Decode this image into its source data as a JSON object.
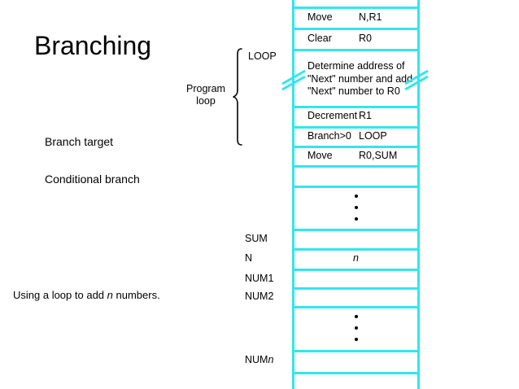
{
  "slide": {
    "title": "Branching",
    "caption_prefix": "Using a loop to add ",
    "caption_italic": "n",
    "caption_suffix": " numbers.",
    "notes": [
      {
        "label": "Branch target"
      },
      {
        "label": "Conditional branch"
      }
    ],
    "accent_color": "#33e5ee",
    "text_color": "#000000",
    "background_color": "#ffffff"
  },
  "loop_annotation": {
    "brace_label_line1": "Program",
    "brace_label_line2": "loop",
    "loop_label": "LOOP"
  },
  "memory_labels": [
    {
      "name": "SUM",
      "italic_suffix": ""
    },
    {
      "name": "N",
      "italic_suffix": ""
    },
    {
      "name": "NUM1",
      "italic_suffix": ""
    },
    {
      "name": "NUM2",
      "italic_suffix": ""
    },
    {
      "name": "NUM",
      "italic_suffix": "n"
    }
  ],
  "memory_cells": [
    {
      "op": "Move",
      "arg": "N,R1"
    },
    {
      "op": "Clear",
      "arg": "R0"
    },
    {
      "block": "Determine address of\n\"Next\" number and add\n\"Next\" number to R0"
    },
    {
      "op": "Decrement",
      "arg": "R1"
    },
    {
      "op": "Branch>0",
      "arg": "LOOP"
    },
    {
      "op": "Move",
      "arg": "R0,SUM"
    },
    {
      "op": "",
      "arg": ""
    },
    {
      "ellipsis": true
    },
    {
      "op": "",
      "arg": ""
    },
    {
      "value": "n"
    },
    {
      "op": "",
      "arg": ""
    },
    {
      "op": "",
      "arg": ""
    },
    {
      "ellipsis": true
    },
    {
      "op": "",
      "arg": ""
    }
  ]
}
